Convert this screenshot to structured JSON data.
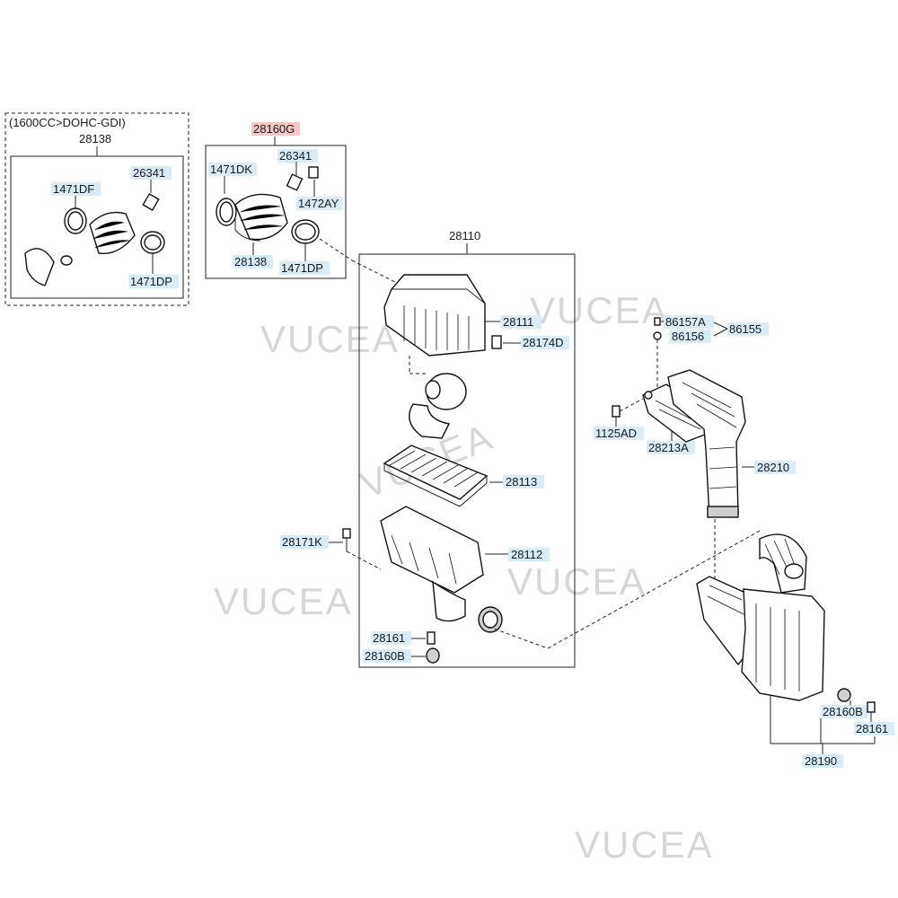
{
  "variant_box": {
    "condition": "(1600CC>DOHC-GDI)",
    "assembly": "28138",
    "parts": [
      "26341",
      "1471DF",
      "1471DP"
    ]
  },
  "hose_assembly": {
    "code": "28160G",
    "parts": [
      "1471DK",
      "26341",
      "1472AY",
      "28138",
      "1471DP"
    ]
  },
  "air_cleaner": {
    "code": "28110",
    "parts": [
      "28111",
      "28174D",
      "28113",
      "28112",
      "28171K",
      "28161",
      "28160B"
    ]
  },
  "duct": {
    "parts": [
      "86157A",
      "86155",
      "86156",
      "1125AD",
      "28213A",
      "28210"
    ]
  },
  "resonator": {
    "code": "28190",
    "parts": [
      "28160B",
      "28161"
    ]
  },
  "watermarks": [
    "VUCEA",
    "VUCEA",
    "VUCEA",
    "VUCEA",
    "VUCEA",
    "VUCEA"
  ]
}
